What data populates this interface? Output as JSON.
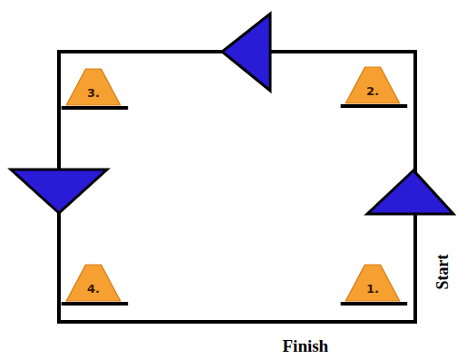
{
  "diagram": {
    "nodes": [
      {
        "text": [
          "1."
        ]
      },
      {
        "text": [
          "2."
        ]
      },
      {
        "text": [
          "3."
        ]
      },
      {
        "text": [
          "4."
        ]
      }
    ],
    "labels": [
      "Start",
      "Finish"
    ]
  }
}
